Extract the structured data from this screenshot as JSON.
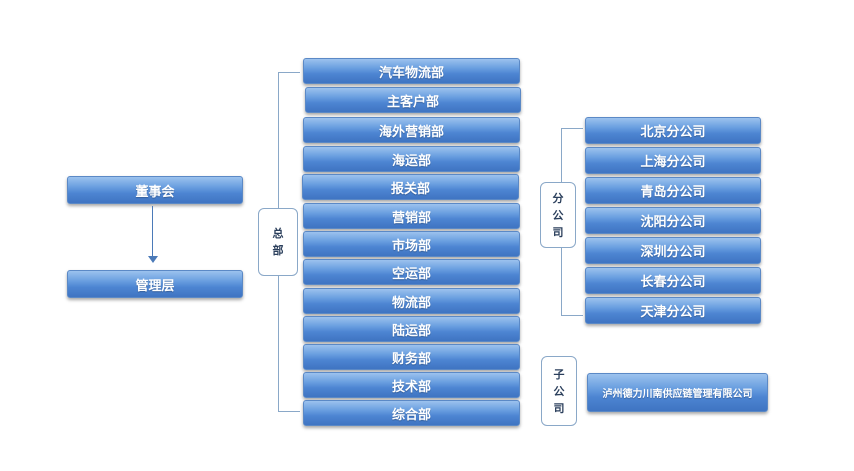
{
  "left": {
    "board": "董事会",
    "management": "管理层"
  },
  "hq": {
    "label_chars": [
      "总",
      "部"
    ],
    "departments": [
      "汽车物流部",
      "主客户部",
      "海外营销部",
      "海运部",
      "报关部",
      "营销部",
      "市场部",
      "空运部",
      "物流部",
      "陆运部",
      "财务部",
      "技术部",
      "综合部"
    ]
  },
  "branches": {
    "label_chars": [
      "分",
      "公",
      "司"
    ],
    "items": [
      "北京分公司",
      "上海分公司",
      "青岛分公司",
      "沈阳分公司",
      "深圳分公司",
      "长春分公司",
      "天津分公司"
    ]
  },
  "subsidiary": {
    "label_chars": [
      "子",
      "公",
      "司"
    ],
    "name": "泸州德力川南供应链管理有限公司"
  },
  "colors": {
    "box_top": "#9cc2ee",
    "box_bottom": "#3f74c2",
    "bracket": "#8aa8c8",
    "arrow": "#4b7ab8"
  }
}
